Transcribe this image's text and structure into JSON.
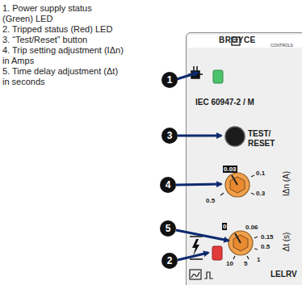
{
  "diagram": {
    "nodes": [
      {
        "text": [
          "BROYCE",
          "CONTROLS",
          "IEC 60947-2 / M",
          "TEST/ RESET",
          "IΔn (A)",
          "Δt (s)",
          "LELRV"
        ]
      },
      {
        "text": [
          "1"
        ]
      },
      {
        "text": [
          "3"
        ]
      },
      {
        "text": [
          "4"
        ]
      },
      {
        "text": [
          "5"
        ]
      },
      {
        "text": [
          "2"
        ]
      }
    ],
    "labels": [
      "1. Power supply status (Green) LED",
      "2. Tripped status (Red) LED",
      "3. “Test/Reset” button",
      "4. Trip setting adjustment (IΔn) in Amps",
      "5. Time delay adjustment (Δt) in seconds",
      "0.03",
      "0.1",
      "0.3",
      "0.5",
      "0",
      "0.06",
      "0.15",
      "0.5",
      "1",
      "5",
      "10"
    ]
  }
}
